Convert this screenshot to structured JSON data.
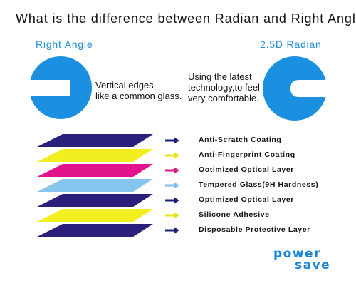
{
  "headline": "What is the difference between Radian and Right Angle",
  "comparison": {
    "left": {
      "title": "Right  Angle",
      "desc": [
        "Vertical edges,",
        "like a common glass."
      ],
      "color": "#1b8fe0"
    },
    "right": {
      "title": "2.5D  Radian",
      "desc": [
        "Using the latest",
        "technology,to feel",
        "very comfortable."
      ],
      "color": "#1b8fe0"
    }
  },
  "layers": [
    {
      "label": "Anti-Scratch Coating",
      "color": "#2a1f7a",
      "arrow": "#1f1f73"
    },
    {
      "label": "Anti-Fingerprint Coating",
      "color": "#f3ee20",
      "arrow": "#e8e21a"
    },
    {
      "label": "Ootimized Optical Layer",
      "color": "#e2148c",
      "arrow": "#d81b86"
    },
    {
      "label": "Tempered Glass(9H Hardness)",
      "color": "#86c6ee",
      "arrow": "#7fc0ea"
    },
    {
      "label": "Optimized Optical Layer",
      "color": "#2a1f7a",
      "arrow": "#1f1f73"
    },
    {
      "label": "Silicone Adhesive",
      "color": "#f3ee20",
      "arrow": "#e8e21a"
    },
    {
      "label": "Disposable Protective Layer",
      "color": "#2a1f7a",
      "arrow": "#1f1f73"
    }
  ],
  "brand": {
    "line1": "power",
    "line2": "save",
    "color": "#1a84d4"
  }
}
